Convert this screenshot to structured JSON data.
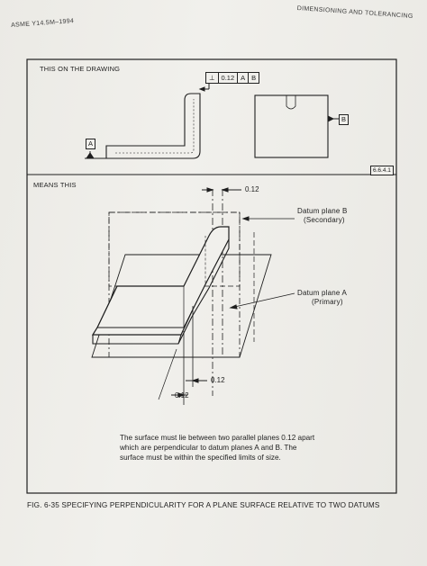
{
  "header": {
    "left": "ASME Y14.5M–1994",
    "right": "DIMENSIONING AND TOLERANCING"
  },
  "drawing": {
    "section_top_label": "THIS ON THE DRAWING",
    "frame": {
      "symbol": "⊥",
      "tolerance": "0.12",
      "datum1": "A",
      "datum2": "B"
    },
    "datum_a": "A",
    "datum_b": "B",
    "paragraph_ref": "6.6.4.1"
  },
  "means": {
    "section_label": "MEANS THIS",
    "dim_top": "0.12",
    "dim_mid": "0.12",
    "dim_bottom": "0.12",
    "datum_b_label": "Datum plane B",
    "datum_b_sub": "(Secondary)",
    "datum_a_label": "Datum plane A",
    "datum_a_sub": "(Primary)",
    "note": "The surface must lie between two parallel planes 0.12 apart which are perpendicular to datum planes A and B. The surface must be within the specified limits of size."
  },
  "caption": "FIG. 6-35  SPECIFYING PERPENDICULARITY FOR A PLANE SURFACE RELATIVE TO TWO DATUMS"
}
